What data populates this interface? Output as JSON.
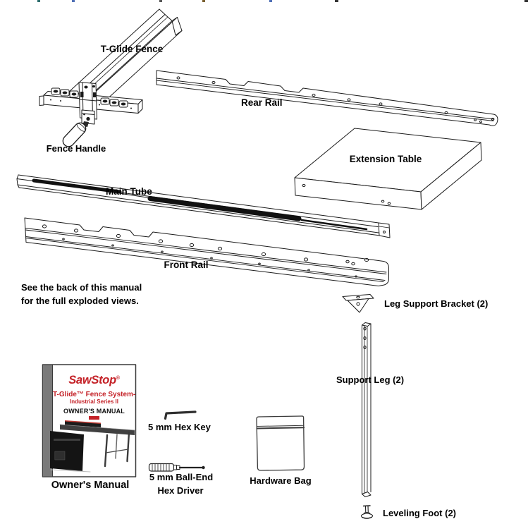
{
  "labels": {
    "t_glide_fence": "T-Glide Fence",
    "fence_handle": "Fence Handle",
    "rear_rail": "Rear Rail",
    "extension_table": "Extension Table",
    "main_tube": "Main Tube",
    "front_rail": "Front Rail",
    "leg_support_bracket": "Leg Support Bracket (2)",
    "support_leg": "Support Leg (2)",
    "owners_manual": "Owner's Manual",
    "hex_key": "5 mm Hex Key",
    "ball_end_driver_line1": "5 mm Ball-End",
    "ball_end_driver_line2": "Hex Driver",
    "hardware_bag": "Hardware Bag",
    "leveling_foot": "Leveling Foot (2)"
  },
  "note": {
    "line1": "See the back of this manual",
    "line2": "for the full exploded views."
  },
  "manual_cover": {
    "brand": "SawStop",
    "brand_reg": "®",
    "title_line1": "T-Glide™ Fence System-",
    "title_line2": "Industrial Series II",
    "subtitle": "OWNER'S MANUAL",
    "brand_color": "#c42127",
    "spine_color": "#7a7a7a"
  },
  "colors": {
    "line_art": "#1a1a1a",
    "label_text": "#000000"
  }
}
